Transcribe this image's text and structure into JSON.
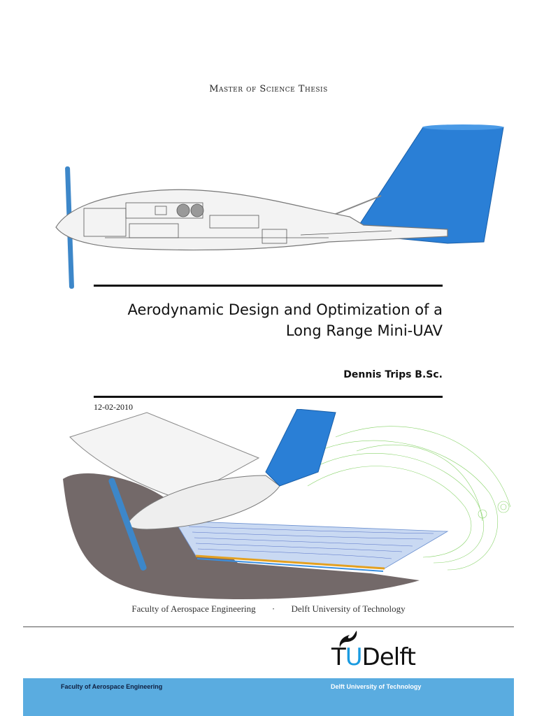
{
  "header": {
    "label": "Master of Science Thesis"
  },
  "title": {
    "line1": "Aerodynamic Design and Optimization of a",
    "line2": "Long Range Mini-UAV"
  },
  "author": "Dennis Trips B.Sc.",
  "date": "12-02-2010",
  "affiliation": {
    "faculty": "Faculty of Aerospace Engineering",
    "separator": "·",
    "university": "Delft University of Technology"
  },
  "logo": {
    "part1": "T",
    "part2": "U",
    "part3": "Delft"
  },
  "footer": {
    "left": "Faculty of Aerospace Engineering",
    "right": "Delft University of Technology"
  },
  "colors": {
    "accent_blue": "#1a9be0",
    "footer_bar": "#5aace0",
    "tail_blue": "#2a7fd6"
  },
  "figures": {
    "top": "uav-side-view-illustration",
    "bottom": "uav-cfd-streamlines-render"
  }
}
